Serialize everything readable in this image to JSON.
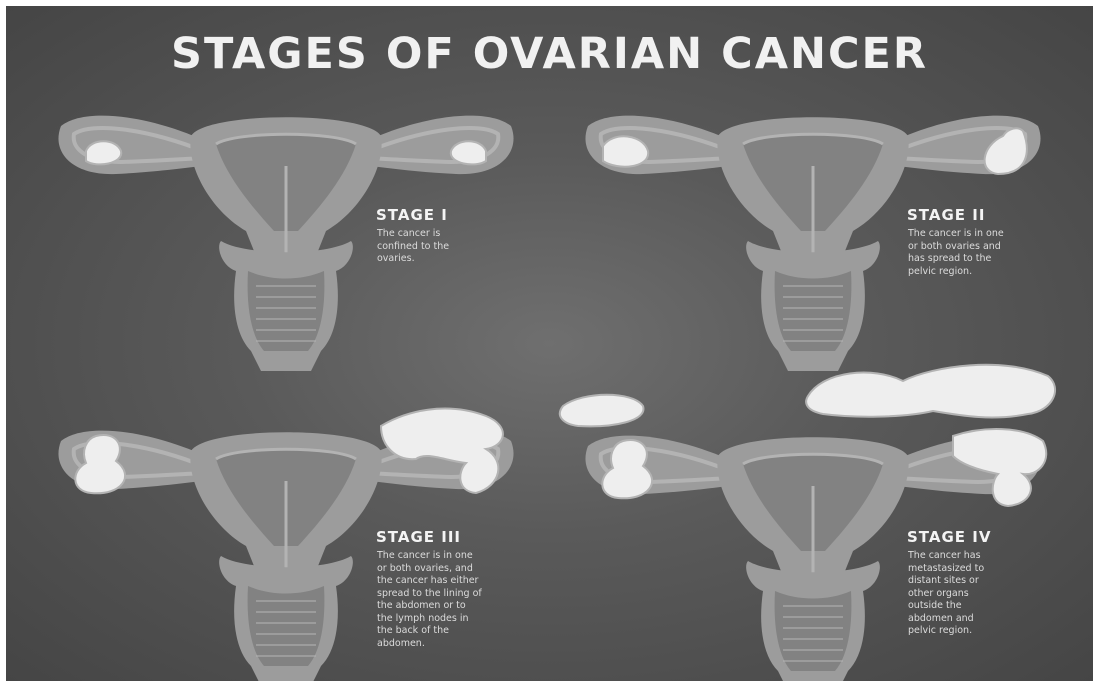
{
  "title": "STAGES OF OVARIAN CANCER",
  "colors": {
    "background": "#5b5b5b",
    "organ_outer": "#9c9c9c",
    "organ_inner": "#828282",
    "organ_lining": "#b3b3b3",
    "tumor": "#eeeeee"
  },
  "stages": [
    {
      "label": "STAGE I",
      "description": "The cancer is\nconfined to the\novaries."
    },
    {
      "label": "STAGE II",
      "description": "The cancer is in one\nor both ovaries and\nhas spread to the\npelvic region."
    },
    {
      "label": "STAGE III",
      "description": "The cancer is in one\nor both ovaries, and\nthe cancer has either\nspread to the lining of\nthe abdomen or to\nthe lymph nodes in\nthe back of the\nabdomen."
    },
    {
      "label": "STAGE IV",
      "description": "The cancer has\nmetastasized to\ndistant sites or\nother organs\noutside the\nabdomen and\npelvic region."
    }
  ]
}
